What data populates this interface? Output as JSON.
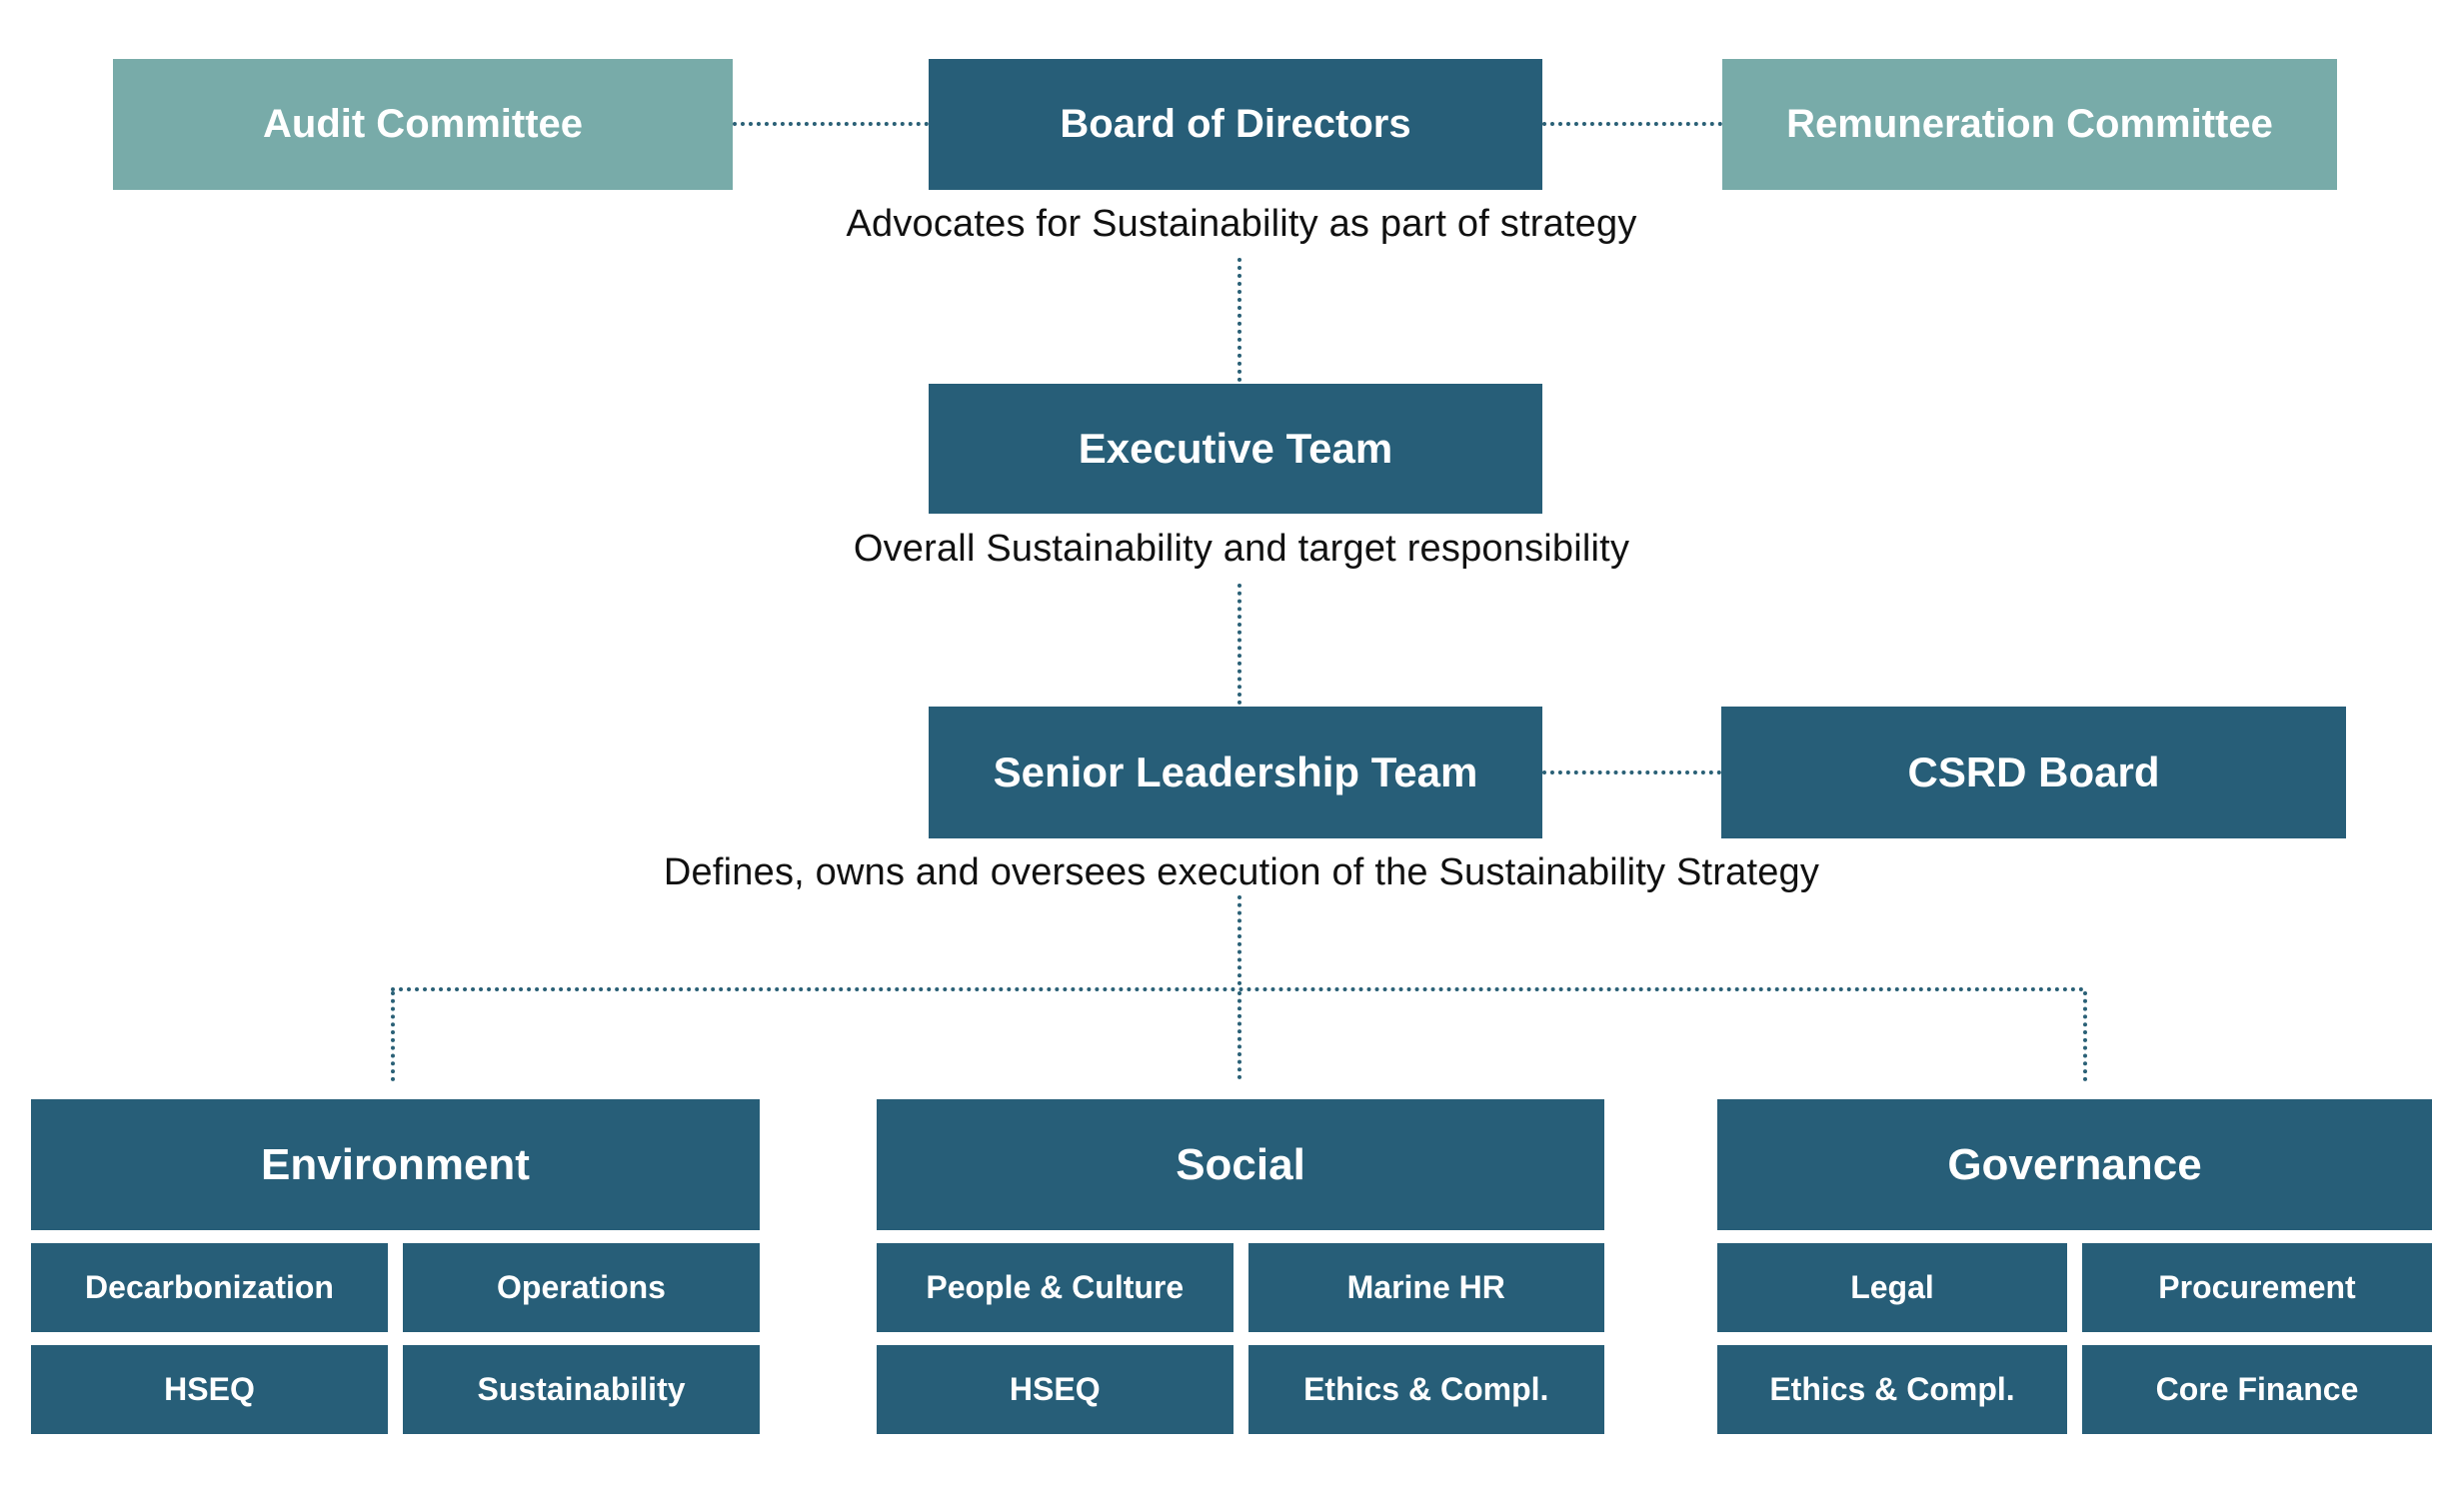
{
  "palette": {
    "box_dark": "#275E78",
    "box_light": "#78ABA9",
    "connector": "#2A6076",
    "annotation_text": "#111111",
    "box_text": "#ffffff"
  },
  "top_row": {
    "audit_committee": "Audit Committee",
    "board_of_directors": "Board of Directors",
    "remuneration_committee": "Remuneration Committee"
  },
  "annotations": {
    "board": "Advocates for Sustainability as part of strategy",
    "executive": "Overall Sustainability and target responsibility",
    "senior_leadership": "Defines, owns and oversees execution of the Sustainability Strategy"
  },
  "tiers": {
    "executive_team": "Executive Team",
    "senior_leadership_team": "Senior Leadership Team",
    "csrd_board": "CSRD Board"
  },
  "pillars": [
    {
      "title": "Environment",
      "items": [
        "Decarbonization",
        "Operations",
        "HSEQ",
        "Sustainability"
      ]
    },
    {
      "title": "Social",
      "items": [
        "People & Culture",
        "Marine HR",
        "HSEQ",
        "Ethics & Compl."
      ]
    },
    {
      "title": "Governance",
      "items": [
        "Legal",
        "Procurement",
        "Ethics & Compl.",
        "Core Finance"
      ]
    }
  ]
}
